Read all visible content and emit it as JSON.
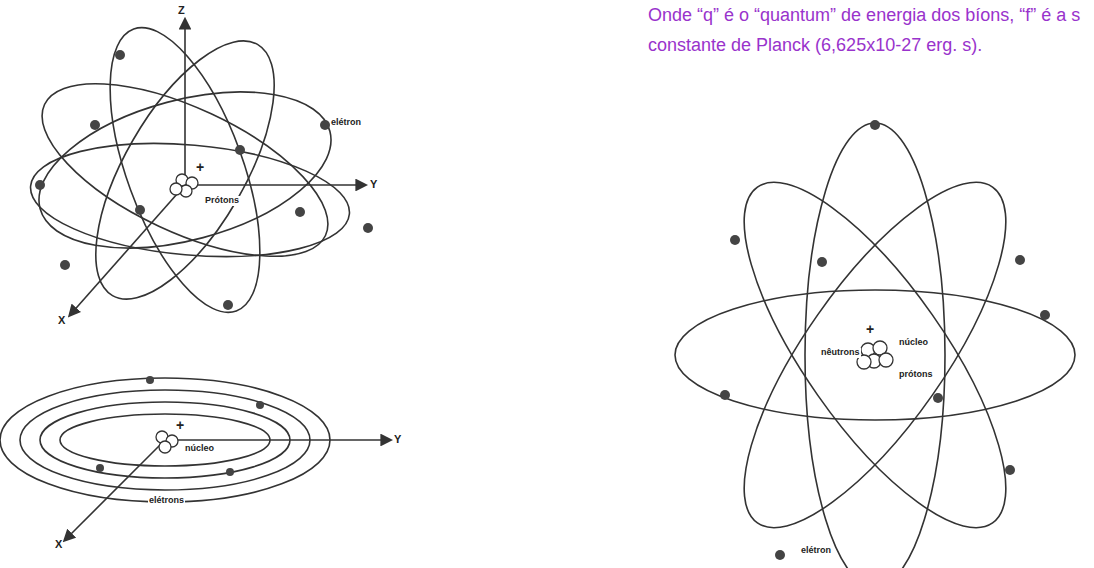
{
  "diagram": {
    "labels": [
      "Onde “q” é o “quantum” de energia dos bíons, “f” é a s",
      "constante de Planck (6,625x10-27 erg. s).",
      "Z",
      "Y",
      "X",
      "+",
      "Prótons",
      "elétron",
      "Y",
      "X",
      "+",
      "núcleo",
      "elétrons",
      "+",
      "núcleo",
      "nêutrons",
      "prótons",
      "elétron"
    ]
  }
}
